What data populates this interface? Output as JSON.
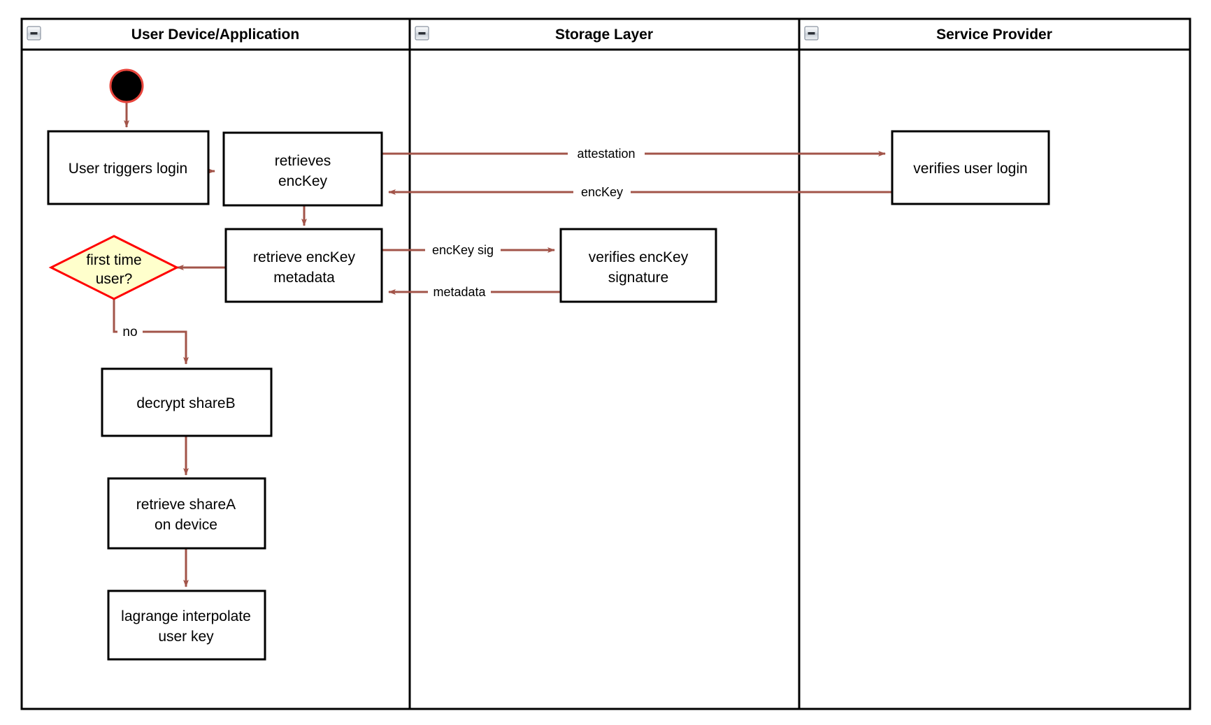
{
  "diagram": {
    "type": "swimlane-flowchart",
    "lanes": [
      {
        "id": "lane-user-device",
        "title": "User Device/Application",
        "collapse_icon": "collapse-minus-icon"
      },
      {
        "id": "lane-storage",
        "title": "Storage Layer",
        "collapse_icon": "collapse-minus-icon"
      },
      {
        "id": "lane-service-provider",
        "title": "Service Provider",
        "collapse_icon": "collapse-minus-icon"
      }
    ],
    "nodes": [
      {
        "id": "start",
        "shape": "start-circle",
        "label": "",
        "lane": "lane-user-device"
      },
      {
        "id": "user-triggers-login",
        "shape": "rect",
        "label": "User triggers login",
        "lane": "lane-user-device"
      },
      {
        "id": "retrieves-enckey",
        "shape": "rect",
        "label_line1": "retrieves",
        "label_line2": "encKey",
        "lane": "lane-user-device"
      },
      {
        "id": "retrieve-enckey-metadata",
        "shape": "rect",
        "label_line1": "retrieve encKey",
        "label_line2": "metadata",
        "lane": "lane-user-device"
      },
      {
        "id": "first-time-user",
        "shape": "diamond",
        "label_line1": "first time",
        "label_line2": "user?",
        "lane": "lane-user-device"
      },
      {
        "id": "decrypt-shareb",
        "shape": "rect",
        "label": "decrypt shareB",
        "lane": "lane-user-device"
      },
      {
        "id": "retrieve-sharea-on-device",
        "shape": "rect",
        "label_line1": "retrieve shareA",
        "label_line2": "on device",
        "lane": "lane-user-device"
      },
      {
        "id": "lagrange-interpolate-user-key",
        "shape": "rect",
        "label_line1": "lagrange interpolate",
        "label_line2": "user key",
        "lane": "lane-user-device"
      },
      {
        "id": "verifies-enckey-signature",
        "shape": "rect",
        "label_line1": "verifies encKey",
        "label_line2": "signature",
        "lane": "lane-storage"
      },
      {
        "id": "verifies-user-login",
        "shape": "rect",
        "label": "verifies user login",
        "lane": "lane-service-provider"
      }
    ],
    "edges": [
      {
        "id": "edge-start-to-login",
        "from": "start",
        "to": "user-triggers-login",
        "label": ""
      },
      {
        "id": "edge-login-to-retrieves",
        "from": "user-triggers-login",
        "to": "retrieves-enckey",
        "label": ""
      },
      {
        "id": "edge-attestation",
        "from": "retrieves-enckey",
        "to": "verifies-user-login",
        "label": "attestation"
      },
      {
        "id": "edge-enckey-return",
        "from": "verifies-user-login",
        "to": "retrieves-enckey",
        "label": "encKey"
      },
      {
        "id": "edge-retrieves-to-metadata",
        "from": "retrieves-enckey",
        "to": "retrieve-enckey-metadata",
        "label": ""
      },
      {
        "id": "edge-enckey-sig",
        "from": "retrieve-enckey-metadata",
        "to": "verifies-enckey-signature",
        "label": "encKey sig"
      },
      {
        "id": "edge-metadata-return",
        "from": "verifies-enckey-signature",
        "to": "retrieve-enckey-metadata",
        "label": "metadata"
      },
      {
        "id": "edge-metadata-to-decision",
        "from": "retrieve-enckey-metadata",
        "to": "first-time-user",
        "label": ""
      },
      {
        "id": "edge-decision-no",
        "from": "first-time-user",
        "to": "decrypt-shareb",
        "label": "no"
      },
      {
        "id": "edge-decrypt-to-sharea",
        "from": "decrypt-shareb",
        "to": "retrieve-sharea-on-device",
        "label": ""
      },
      {
        "id": "edge-sharea-to-lagrange",
        "from": "retrieve-sharea-on-device",
        "to": "lagrange-interpolate-user-key",
        "label": ""
      }
    ],
    "colors": {
      "edge": "#a25449",
      "node_stroke": "#000000",
      "node_fill": "#ffffff",
      "decision_fill": "#ffffcc",
      "decision_stroke": "#ff0000",
      "start_fill": "#000000",
      "start_stroke": "#e8453c",
      "lane_stroke": "#000000",
      "background": "#ffffff"
    }
  }
}
